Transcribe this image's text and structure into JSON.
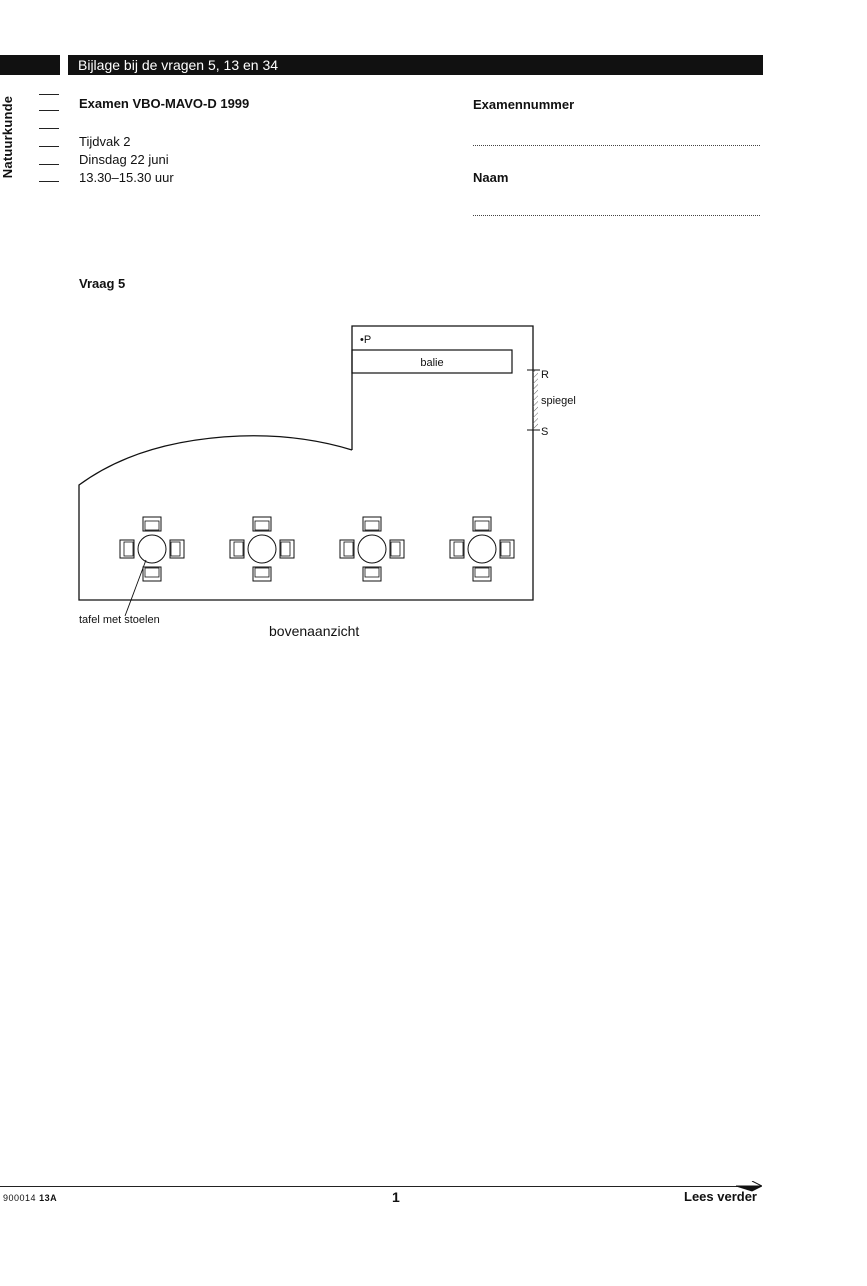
{
  "header": {
    "bar_text": "Bijlage bij de vragen 5, 13 en 34",
    "subject": "Natuurkunde"
  },
  "exam": {
    "title": "Examen VBO-MAVO-D 1999",
    "period": "Tijdvak 2",
    "date": "Dinsdag 22 juni",
    "time": "13.30–15.30 uur"
  },
  "fields": {
    "exam_number_label": "Examennummer",
    "name_label": "Naam"
  },
  "question": {
    "label": "Vraag 5"
  },
  "diagram": {
    "point_label": "•P",
    "counter_label": "balie",
    "mirror_top_label": "R",
    "mirror_label": "spiegel",
    "mirror_bottom_label": "S",
    "table_label": "tafel met stoelen",
    "caption": "bovenaanzicht"
  },
  "footer": {
    "code": "900014",
    "code_suffix": "13A",
    "page_number": "1",
    "continue_label": "Lees verder"
  }
}
